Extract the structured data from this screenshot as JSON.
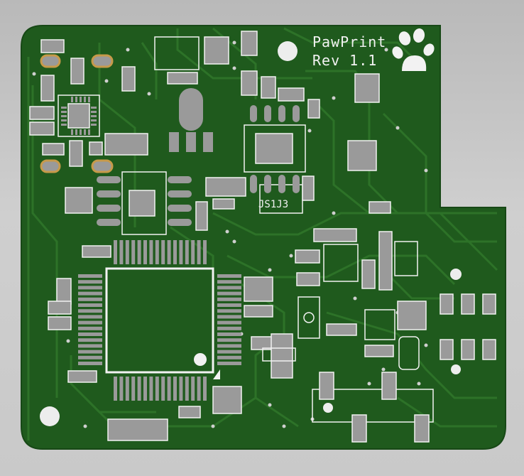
{
  "board": {
    "name": "PawPrint",
    "revision": "Rev 1.1",
    "small_label": "JS1J3",
    "logo_icon": "paw-print-icon"
  },
  "colors": {
    "background": "#c4c4c4",
    "pcb": "#1f5a1d",
    "trace": "#2c7026",
    "pad": "#9a9a9a",
    "silk": "#f2f2f2",
    "gold_pad": "#c79a4a"
  }
}
